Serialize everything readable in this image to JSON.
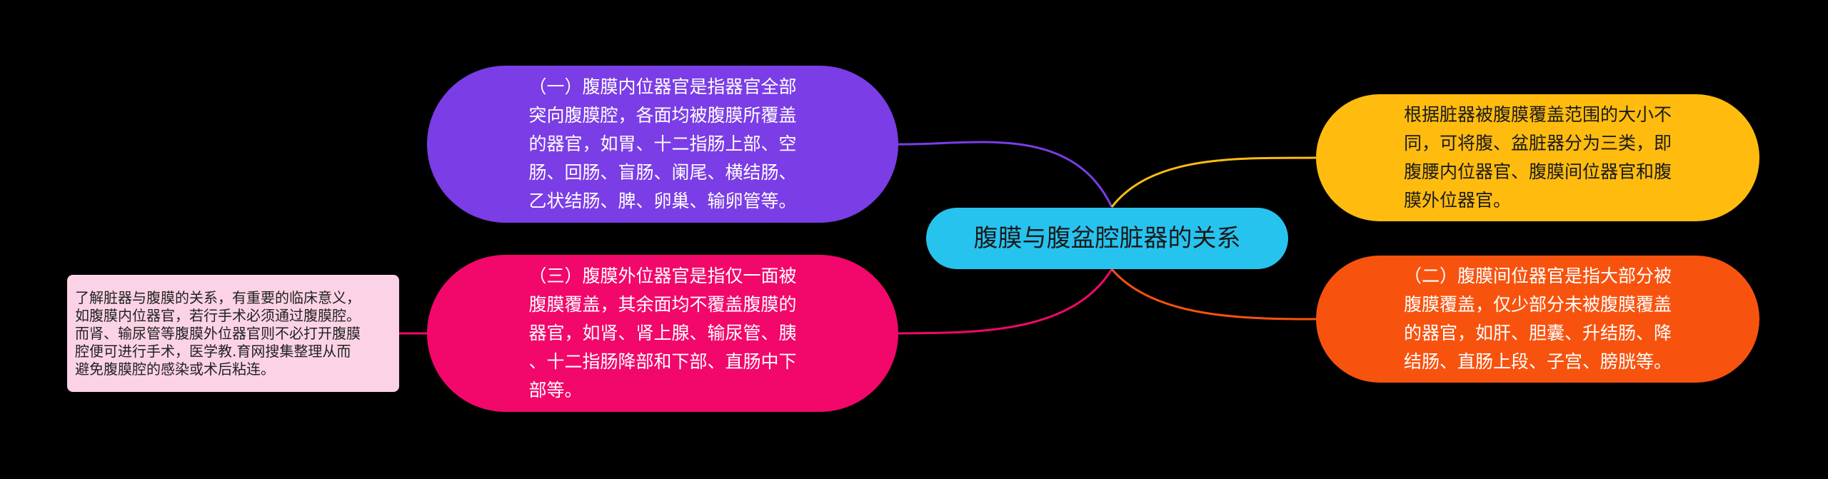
{
  "center": {
    "label": "腹膜与腹盆腔脏器的关系",
    "color": "#27c3ef"
  },
  "branches": {
    "intraperitoneal": {
      "text": "（一）腹膜内位器官是指器官全部\n突向腹膜腔，各面均被腹膜所覆盖\n的器官，如胃、十二指肠上部、空\n肠、回肠、盲肠、阑尾、横结肠、\n乙状结肠、脾、卵巢、输卵管等。",
      "color": "#7b3de6"
    },
    "extraperitoneal": {
      "text": "（三）腹膜外位器官是指仅一面被\n腹膜覆盖，其余面均不覆盖腹膜的\n器官，如肾、肾上腺、输尿管、胰\n、十二指肠降部和下部、直肠中下\n部等。",
      "color": "#f2076a"
    },
    "intro": {
      "text": "根据脏器被腹膜覆盖范围的大小不\n同，可将腹、盆脏器分为三类，即\n腹腰内位器官、腹膜间位器官和腹\n膜外位器官。",
      "color": "#ffbc0f"
    },
    "interperitoneal": {
      "text": "（二）腹膜间位器官是指大部分被\n腹膜覆盖，仅少部分未被腹膜覆盖\n的器官，如肝、胆囊、升结肠、降\n结肠、直肠上段、子宫、膀胱等。",
      "color": "#f7530e"
    }
  },
  "note": {
    "text": "了解脏器与腹膜的关系，有重要的临床意义，\n如腹膜内位器官，若行手术必须通过腹膜腔。\n而肾、输尿管等腹膜外位器官则不必打开腹膜\n腔便可进行手术，医学教.育网搜集整理从而\n避免腹膜腔的感染或术后粘连。",
    "color": "#fcd3e6"
  }
}
